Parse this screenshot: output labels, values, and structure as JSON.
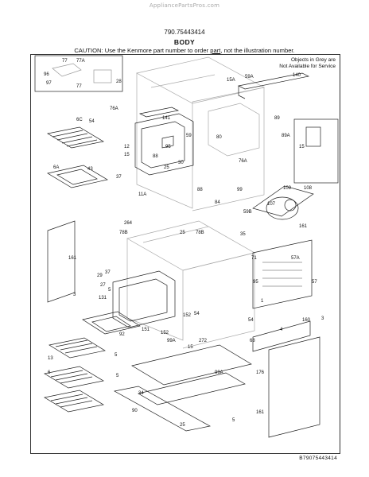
{
  "watermark": "AppliancePartsPros.com",
  "model": "790.75443414",
  "title": "BODY",
  "caution": {
    "pre": "CAUTION: Use the Kenmore part number to order ",
    "part": "part",
    "post": ", not the illustration number."
  },
  "note": [
    "Objects in Grey are",
    "Not Available for Service"
  ],
  "footer_code": "B79075443414",
  "callouts": [
    "77",
    "77A",
    "96",
    "97",
    "77",
    "28",
    "140",
    "15A",
    "59A",
    "76A",
    "6C",
    "54",
    "141",
    "89",
    "89A",
    "15",
    "12",
    "15",
    "59",
    "80",
    "95",
    "88",
    "25",
    "37",
    "6A",
    "43",
    "30",
    "76A",
    "11A",
    "88",
    "84",
    "99",
    "109",
    "108",
    "107",
    "161",
    "59B",
    "264",
    "78B",
    "25",
    "78B",
    "35",
    "57A",
    "161",
    "71",
    "3",
    "29",
    "37",
    "27",
    "5",
    "131",
    "57",
    "95",
    "152",
    "54",
    "1",
    "3",
    "54",
    "160",
    "4",
    "92",
    "151",
    "152",
    "272",
    "99A",
    "15",
    "68",
    "5",
    "13",
    "6",
    "176",
    "99A",
    "34",
    "5",
    "161",
    "90",
    "25",
    "5"
  ]
}
